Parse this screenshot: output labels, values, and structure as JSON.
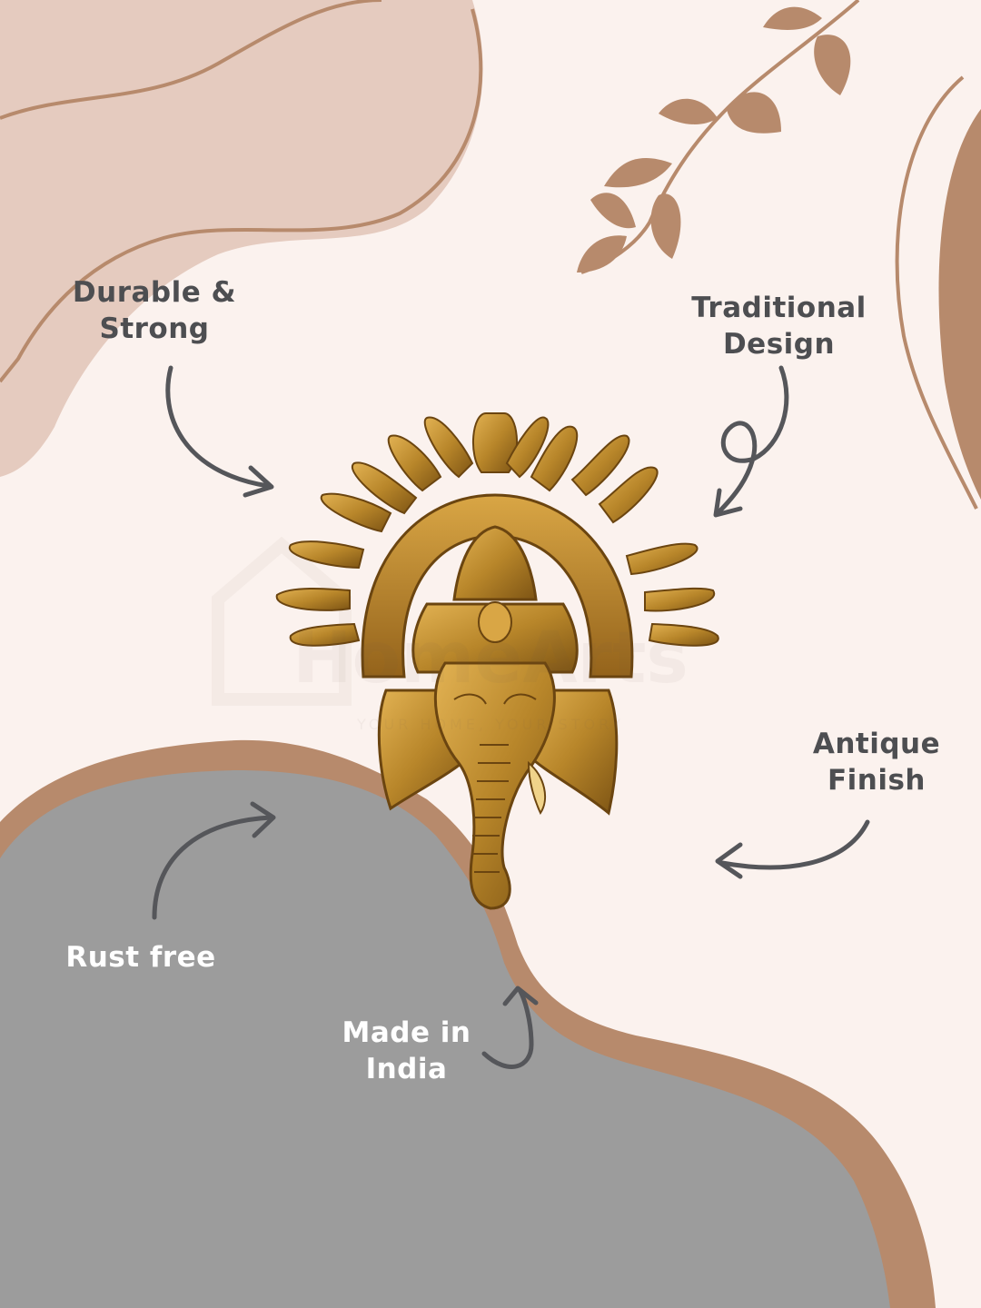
{
  "colors": {
    "background": "#fbf2ee",
    "blush": "#e5cbbf",
    "tan": "#b78a6c",
    "gray": "#9c9c9c",
    "text_dark": "#4d4e51",
    "text_light": "#ffffff",
    "brass": "#b8862a"
  },
  "features": {
    "durable": {
      "line1": "Durable &",
      "line2": "Strong"
    },
    "traditional": {
      "line1": "Traditional",
      "line2": "Design"
    },
    "antique": {
      "line1": "Antique",
      "line2": "Finish"
    },
    "rust": {
      "line1": "Rust free"
    },
    "india": {
      "line1": "Made in",
      "line2": "India"
    }
  },
  "watermark": {
    "brand": "HomeArts",
    "tagline": "YOUR HOME, YOUR STORY"
  },
  "product": {
    "icon": "ganesha-idol-icon"
  }
}
